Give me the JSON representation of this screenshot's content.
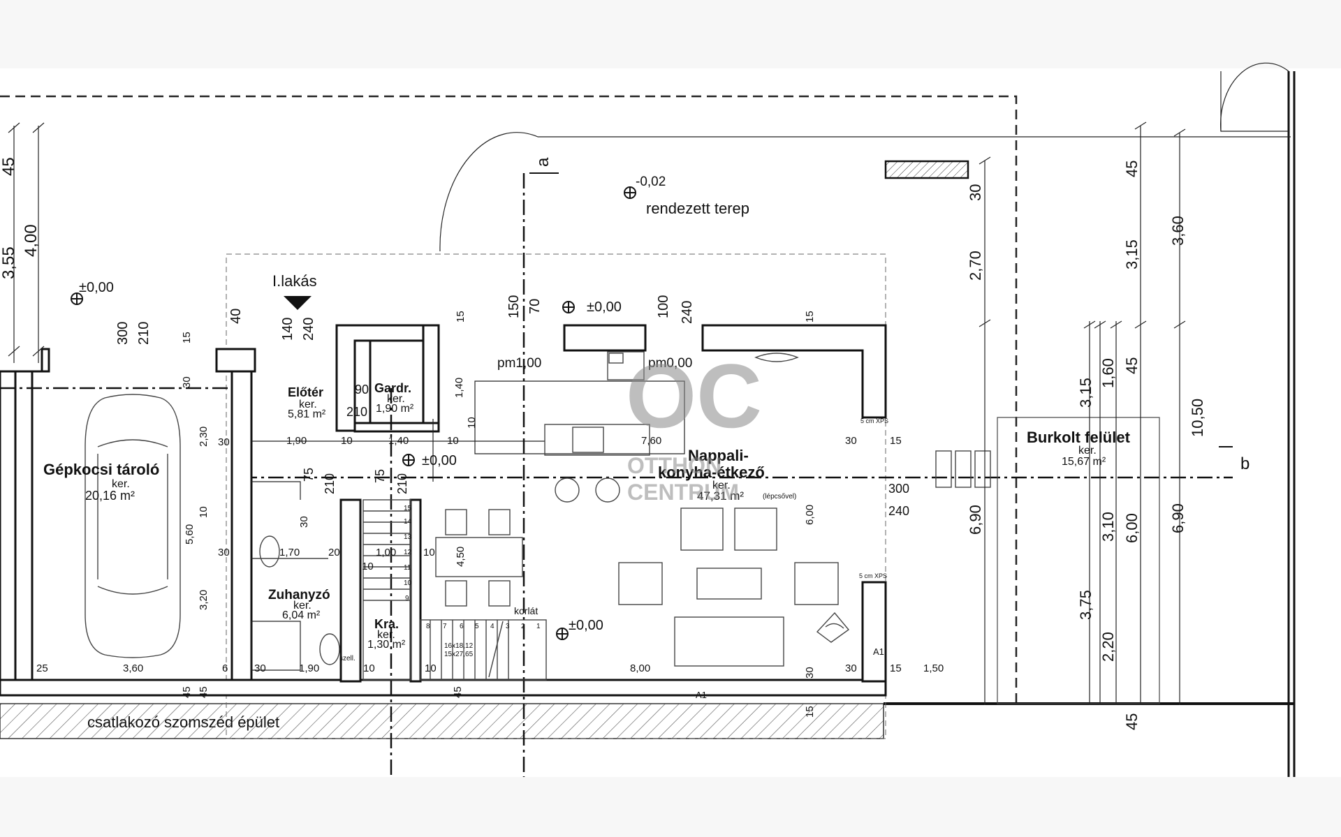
{
  "rooms": {
    "garage": {
      "name": "Gépkocsi tároló",
      "ker": "ker.",
      "area": "20,16 m²"
    },
    "hall": {
      "name": "Előtér",
      "ker": "ker.",
      "area": "5,81 m²"
    },
    "wardrobe": {
      "name": "Gardr.",
      "ker": "ker.",
      "area": "1,90 m²"
    },
    "living": {
      "name1": "Nappali-",
      "name2": "konyha-étkező",
      "ker": "ker.",
      "area": "47,31 m²",
      "note": "(lépcsővel)"
    },
    "shower": {
      "name": "Zuhanyzó",
      "ker": "ker.",
      "area": "6,04 m²"
    },
    "storage": {
      "name": "Kra.",
      "ker": "ker.",
      "area": "1,30 m²"
    },
    "paved": {
      "name": "Burkolt felület",
      "ker": "ker.",
      "area": "15,67 m²"
    }
  },
  "labels": {
    "apartment": "I.lakás",
    "terrain": "rendezett terep",
    "neighbor": "csatlakozó szomszéd épület",
    "railing": "korlát",
    "pm1": "pm1,00",
    "pm0": "pm0,00",
    "section_a": "a",
    "section_b": "b",
    "stair1": "16x18,12",
    "stair2": "15x27,65",
    "xps": "5 cm XPS",
    "szell": "szell.",
    "a1": "A1"
  },
  "levels": {
    "l1": "±0,00",
    "l2": "±0,00",
    "l3": "±0,00",
    "l4": "±0,00",
    "terrain": "-0,02"
  },
  "dims": {
    "d45a": "45",
    "d355": "3,55",
    "d400": "4,00",
    "d300": "300",
    "d210a": "210",
    "d15a": "15",
    "d40": "40",
    "d140": "140",
    "d240a": "240",
    "d150": "150",
    "d70": "70",
    "d100": "100",
    "d240b": "240",
    "d15b": "15",
    "d15c": "15",
    "d30a": "30",
    "d230": "2,30",
    "d560": "5,60",
    "d320": "3,20",
    "d10a": "10",
    "d30b": "30",
    "d30c": "30",
    "d190a": "1,90",
    "d10b": "10",
    "d140b": "1,40",
    "d10c": "10",
    "d90": "90",
    "d210b": "210",
    "d140c": "1,40",
    "d10d": "10",
    "d760": "7,60",
    "d30d": "30",
    "d15d": "15",
    "d75a": "75",
    "d210c": "210",
    "d75b": "75",
    "d210d": "210",
    "d30e": "30",
    "d170": "1,70",
    "d20": "20",
    "d100b": "1,00",
    "d10e": "10",
    "d10f": "10",
    "d450": "4,50",
    "d600a": "6,00",
    "d300b": "300",
    "d240c": "240",
    "d25": "25",
    "d360": "3,60",
    "d6": "6",
    "d30f": "30",
    "d190b": "1,90",
    "d10g": "10",
    "d10h": "10",
    "d800": "8,00",
    "d30g": "30",
    "d15e": "15",
    "d150b": "1,50",
    "d45b": "45",
    "d45c": "45",
    "d45d": "45",
    "d30h": "30",
    "d15f": "15",
    "d30i": "30",
    "d270": "2,70",
    "d690a": "6,90",
    "d45e": "45",
    "d315a": "3,15",
    "d360b": "3,60",
    "d315b": "3,15",
    "d160": "1,60",
    "d45f": "45",
    "d1050": "10,50",
    "d310": "3,10",
    "d600b": "6,00",
    "d690b": "6,90",
    "d375": "3,75",
    "d220": "2,20",
    "d45g": "45",
    "s15": "15",
    "s14": "14",
    "s13": "13",
    "s12": "12",
    "s11": "11",
    "s10": "10",
    "s9": "9",
    "s8": "8",
    "s7": "7",
    "s6": "6",
    "s5": "5",
    "s4": "4",
    "s3": "3",
    "s2": "2",
    "s1": "1"
  },
  "watermark": {
    "logo": "OC",
    "line1": "OTTHON",
    "line2": "CENTRUM"
  }
}
